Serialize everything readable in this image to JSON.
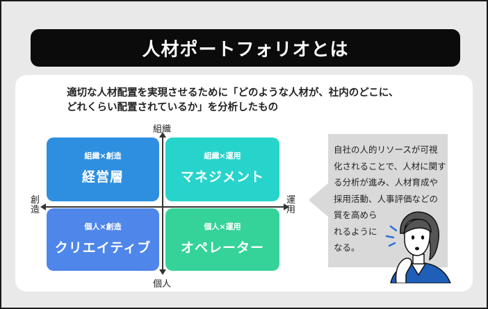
{
  "title": "人材ポートフォリオとは",
  "intro": {
    "line1": "適切な人材配置を実現させるために「どのような人材が、社内のどこに、",
    "line2": "どれくらい配置されているか」を分析したもの"
  },
  "axes": {
    "top": "組織",
    "bottom": "個人",
    "left": "創造",
    "right": "運用"
  },
  "quadrants": [
    {
      "sub": "組織×創造",
      "main": "経営層",
      "color": "#2e8fe0"
    },
    {
      "sub": "組織×運用",
      "main": "マネジメント",
      "color": "#27d4cc"
    },
    {
      "sub": "個人×創造",
      "main": "クリエイティブ",
      "color": "#4f86ea"
    },
    {
      "sub": "個人×運用",
      "main": "オペレーター",
      "color": "#35d39a"
    }
  ],
  "bubble": {
    "lines": [
      "自社の人的リソースが可視",
      "化されることで、人材に関す",
      "る分析が進み、人材育成や",
      "採用活動、人事評価などの",
      "質を高めら",
      "れるように",
      "なる。"
    ]
  },
  "illustration": "thinking-woman"
}
